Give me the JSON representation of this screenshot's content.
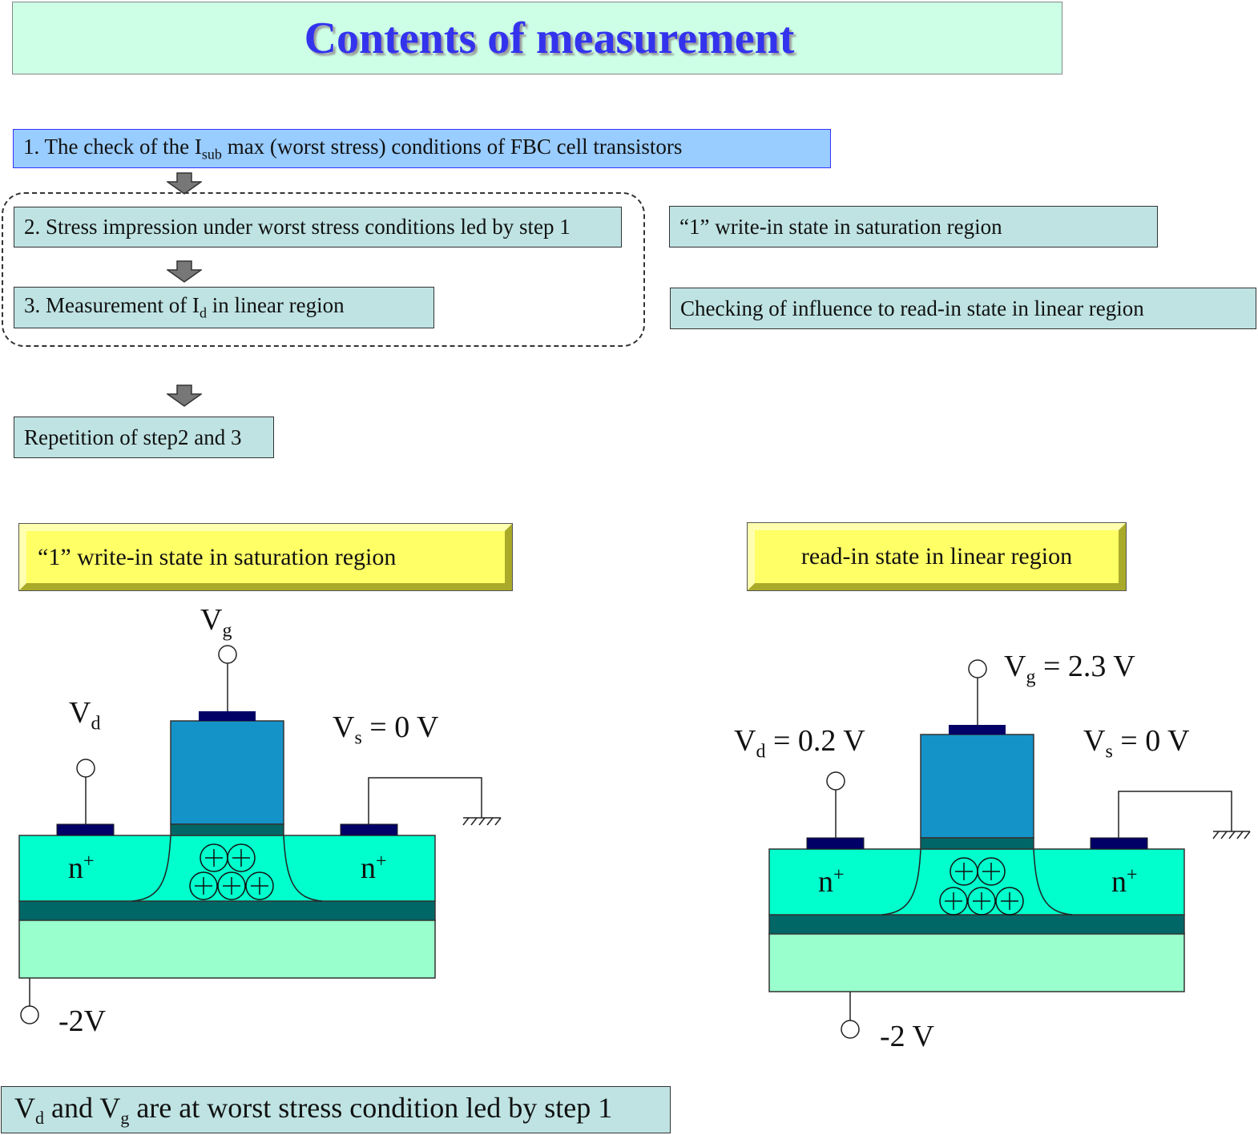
{
  "title": "Contents of measurement",
  "steps": {
    "step1": {
      "prefix": "1. The check of the I",
      "sub": "sub",
      "suffix": " max (worst stress) conditions of FBC cell transistors"
    },
    "step2": "2. Stress impression under worst stress conditions led by step 1",
    "step3": {
      "prefix": "3. Measurement of I",
      "sub": "d",
      "suffix": " in linear region"
    },
    "repeat": "Repetition of step2 and 3"
  },
  "side_notes": {
    "note1": "“1” write-in state in saturation region",
    "note2": "Checking of influence to read-in state in linear region"
  },
  "left_diagram": {
    "heading": "“1” write-in state in saturation region",
    "gate_label": {
      "main": "V",
      "sub": "g"
    },
    "drain_label": {
      "main": "V",
      "sub": "d"
    },
    "source_label": {
      "main": "V",
      "sub": "s",
      "suffix": " = 0 V"
    },
    "substrate_label": "-2V",
    "n_left": {
      "main": "n",
      "sup": "+"
    },
    "n_right": {
      "main": "n",
      "sup": "+"
    },
    "holes": 5
  },
  "right_diagram": {
    "heading": "read-in state in linear region",
    "gate_label": {
      "main": "V",
      "sub": "g",
      "suffix": " = 2.3 V"
    },
    "drain_label": {
      "main": "V",
      "sub": "d",
      "suffix": " = 0.2 V"
    },
    "source_label": {
      "main": "V",
      "sub": "s",
      "suffix": " = 0 V"
    },
    "substrate_label": "-2 V",
    "n_left": {
      "main": "n",
      "sup": "+"
    },
    "n_right": {
      "main": "n",
      "sup": "+"
    },
    "holes": 5
  },
  "footer": {
    "v1": "V",
    "s1": "d",
    "mid": " and V",
    "s2": "g",
    "tail": " are at worst stress condition led by step 1"
  },
  "colors": {
    "title_bg": "#ccffe6",
    "title_text": "#3333ee",
    "step1_bg": "#99ccff",
    "box_bg": "#bfe3e3",
    "heading_bg": "#ffff66",
    "gate": "#1493c9",
    "silicon": "#00ffcc",
    "box_layer": "#006666",
    "substrate": "#99ffcc",
    "contact": "#000066"
  }
}
